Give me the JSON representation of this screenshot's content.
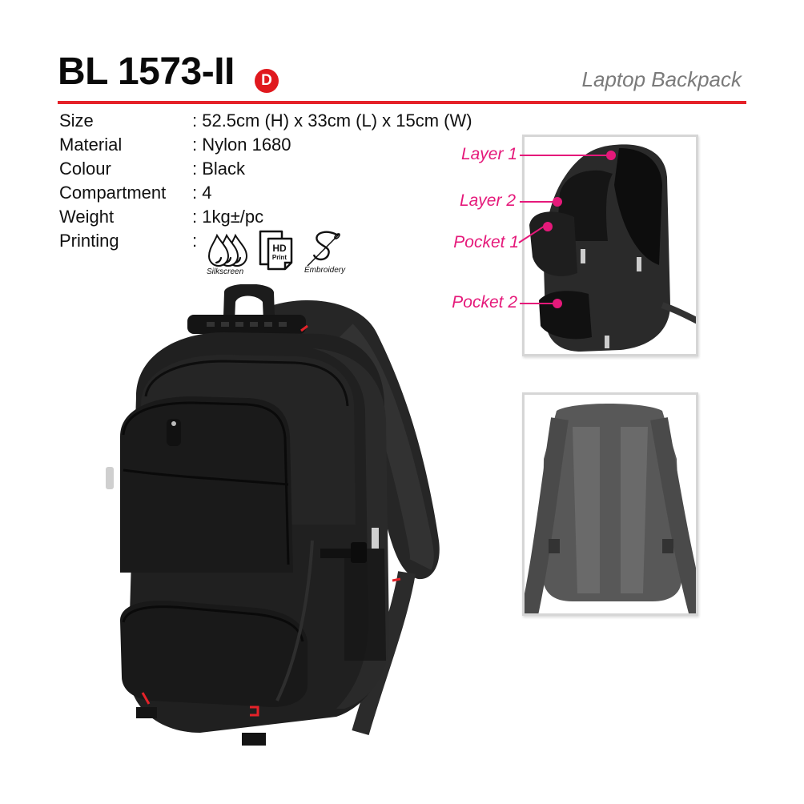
{
  "header": {
    "model_code": "BL 1573-II",
    "badge_letter": "D",
    "product_type": "Laptop Backpack",
    "accent_color": "#e52229"
  },
  "specs": [
    {
      "label": "Size",
      "value": ": 52.5cm (H) x 33cm (L) x 15cm (W)"
    },
    {
      "label": "Material",
      "value": ": Nylon 1680"
    },
    {
      "label": "Colour",
      "value": ": Black"
    },
    {
      "label": "Compartment",
      "value": ": 4"
    },
    {
      "label": "Weight",
      "value": ": 1kg±/pc"
    },
    {
      "label": "Printing",
      "value": ":"
    }
  ],
  "printing_methods": [
    {
      "icon": "silkscreen-drops-icon",
      "caption": "Silkscreen"
    },
    {
      "icon": "hd-print-icon",
      "caption": "",
      "glyph_line1": "HD",
      "glyph_line2": "Print"
    },
    {
      "icon": "embroidery-needle-icon",
      "caption": "Embroidery"
    }
  ],
  "callouts": [
    {
      "label": "Layer 1"
    },
    {
      "label": "Layer 2"
    },
    {
      "label": "Pocket 1"
    },
    {
      "label": "Pocket 2"
    }
  ],
  "callout_color": "#e5197a",
  "product_color": "#1f1f1f"
}
